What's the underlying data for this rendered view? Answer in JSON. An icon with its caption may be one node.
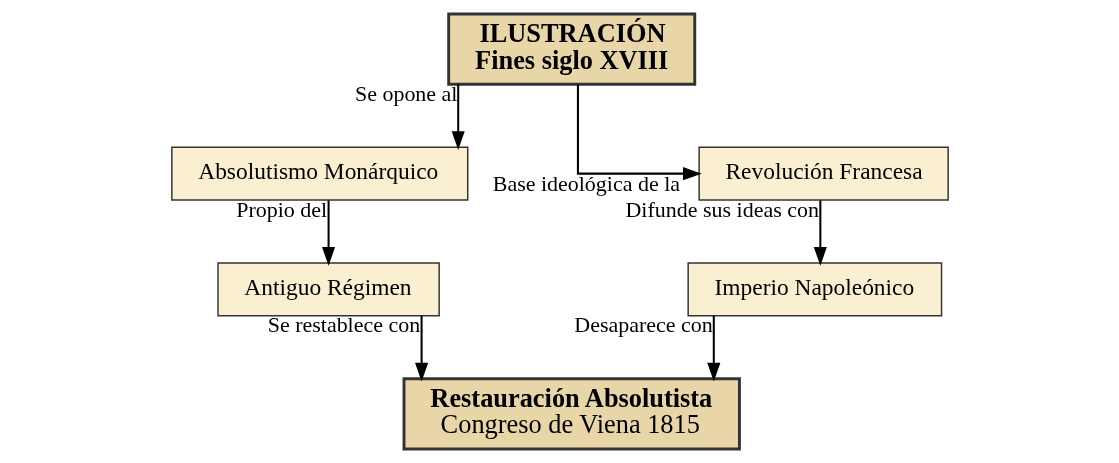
{
  "diagram": {
    "nodes": [
      {
        "text": [
          "ILUSTRACIÓN",
          "Fines siglo XVIII"
        ]
      },
      {
        "text": [
          "Absolutismo Monárquico"
        ]
      },
      {
        "text": [
          "Revolución Francesa"
        ]
      },
      {
        "text": [
          "Antiguo Régimen"
        ]
      },
      {
        "text": [
          "Imperio Napoleónico"
        ]
      },
      {
        "text": [
          "Restauración Absolutista",
          "Congreso de Viena 1815"
        ]
      }
    ],
    "edges": [
      {
        "from": 0,
        "to": 1,
        "arrow": "to",
        "label": "Se opone al"
      },
      {
        "from": 0,
        "to": 2,
        "arrow": "to",
        "label": "Base ideológica de la"
      },
      {
        "from": 1,
        "to": 3,
        "arrow": "to",
        "label": "Propio del"
      },
      {
        "from": 2,
        "to": 4,
        "arrow": "to",
        "label": "Difunde sus ideas con"
      },
      {
        "from": 3,
        "to": 5,
        "arrow": "to",
        "label": "Se restablece con"
      },
      {
        "from": 4,
        "to": 5,
        "arrow": "to",
        "label": "Desaparece con"
      }
    ]
  }
}
